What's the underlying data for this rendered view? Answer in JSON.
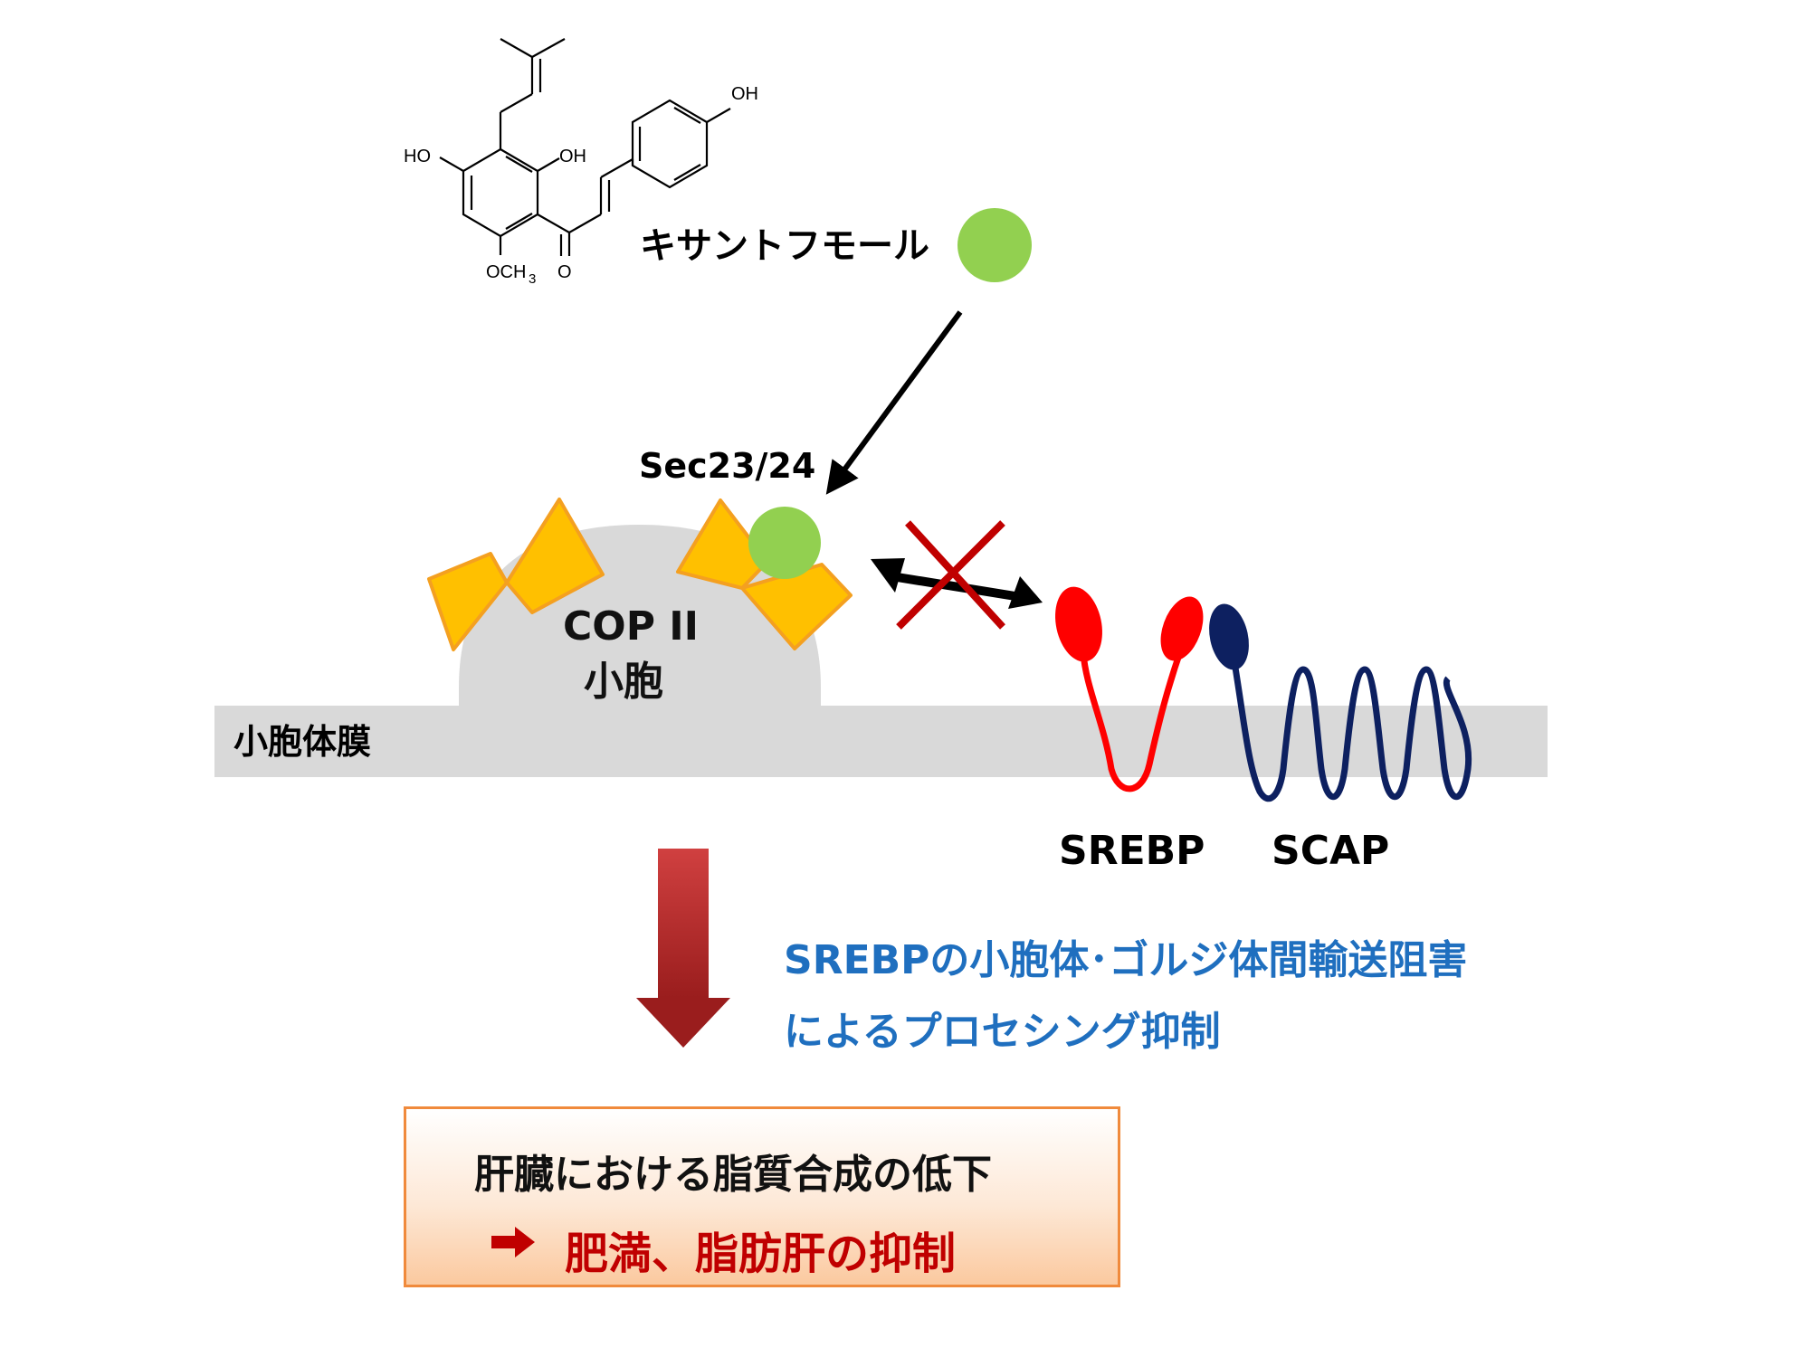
{
  "compound": {
    "name": "キサントフモール",
    "structure_labels": {
      "ho_left": "HO",
      "oh_mid": "OH",
      "oh_top": "OH",
      "och3": "OCH",
      "och3_sub": "3",
      "carbonyl_o": "O"
    }
  },
  "labels": {
    "sec": "Sec23/24",
    "cop_line1": "COP II",
    "cop_line2": "小胞",
    "membrane": "小胞体膜",
    "srebp": "SREBP",
    "scap": "SCAP"
  },
  "note": {
    "line1": "SREBPの小胞体･ゴルジ体間輸送阻害",
    "line2": "によるプロセシング抑制"
  },
  "result": {
    "line1": "肝臓における脂質合成の低下",
    "line2": "肥満、脂肪肝の抑制"
  },
  "colors": {
    "compound_dot": "#92d050",
    "cop_coat": "#ffc000",
    "cop_coat_border": "#f4a020",
    "membrane": "#d9d9d9",
    "srebp": "#ff0000",
    "scap": "#0d2060",
    "block_x": "#c00000",
    "note_text": "#1f6fbf",
    "result_border": "#f08a3c",
    "result_emphasis": "#c00000"
  },
  "icons": {
    "result_arrow": "right-arrow-icon",
    "block": "cross-icon"
  }
}
